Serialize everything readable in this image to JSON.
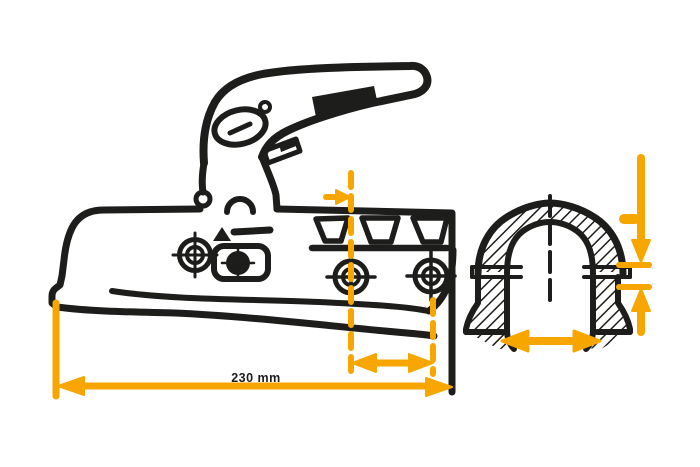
{
  "page": {
    "background_color": "#ffffff"
  },
  "drawing": {
    "line_color": "#1d1d1b",
    "accent_color": "#f7a600",
    "views": {
      "side_view": "coupling-head-side-view",
      "section_view": "ball-socket-cross-section"
    },
    "dimensions": {
      "overall_length": {
        "label": "230 mm"
      }
    }
  }
}
